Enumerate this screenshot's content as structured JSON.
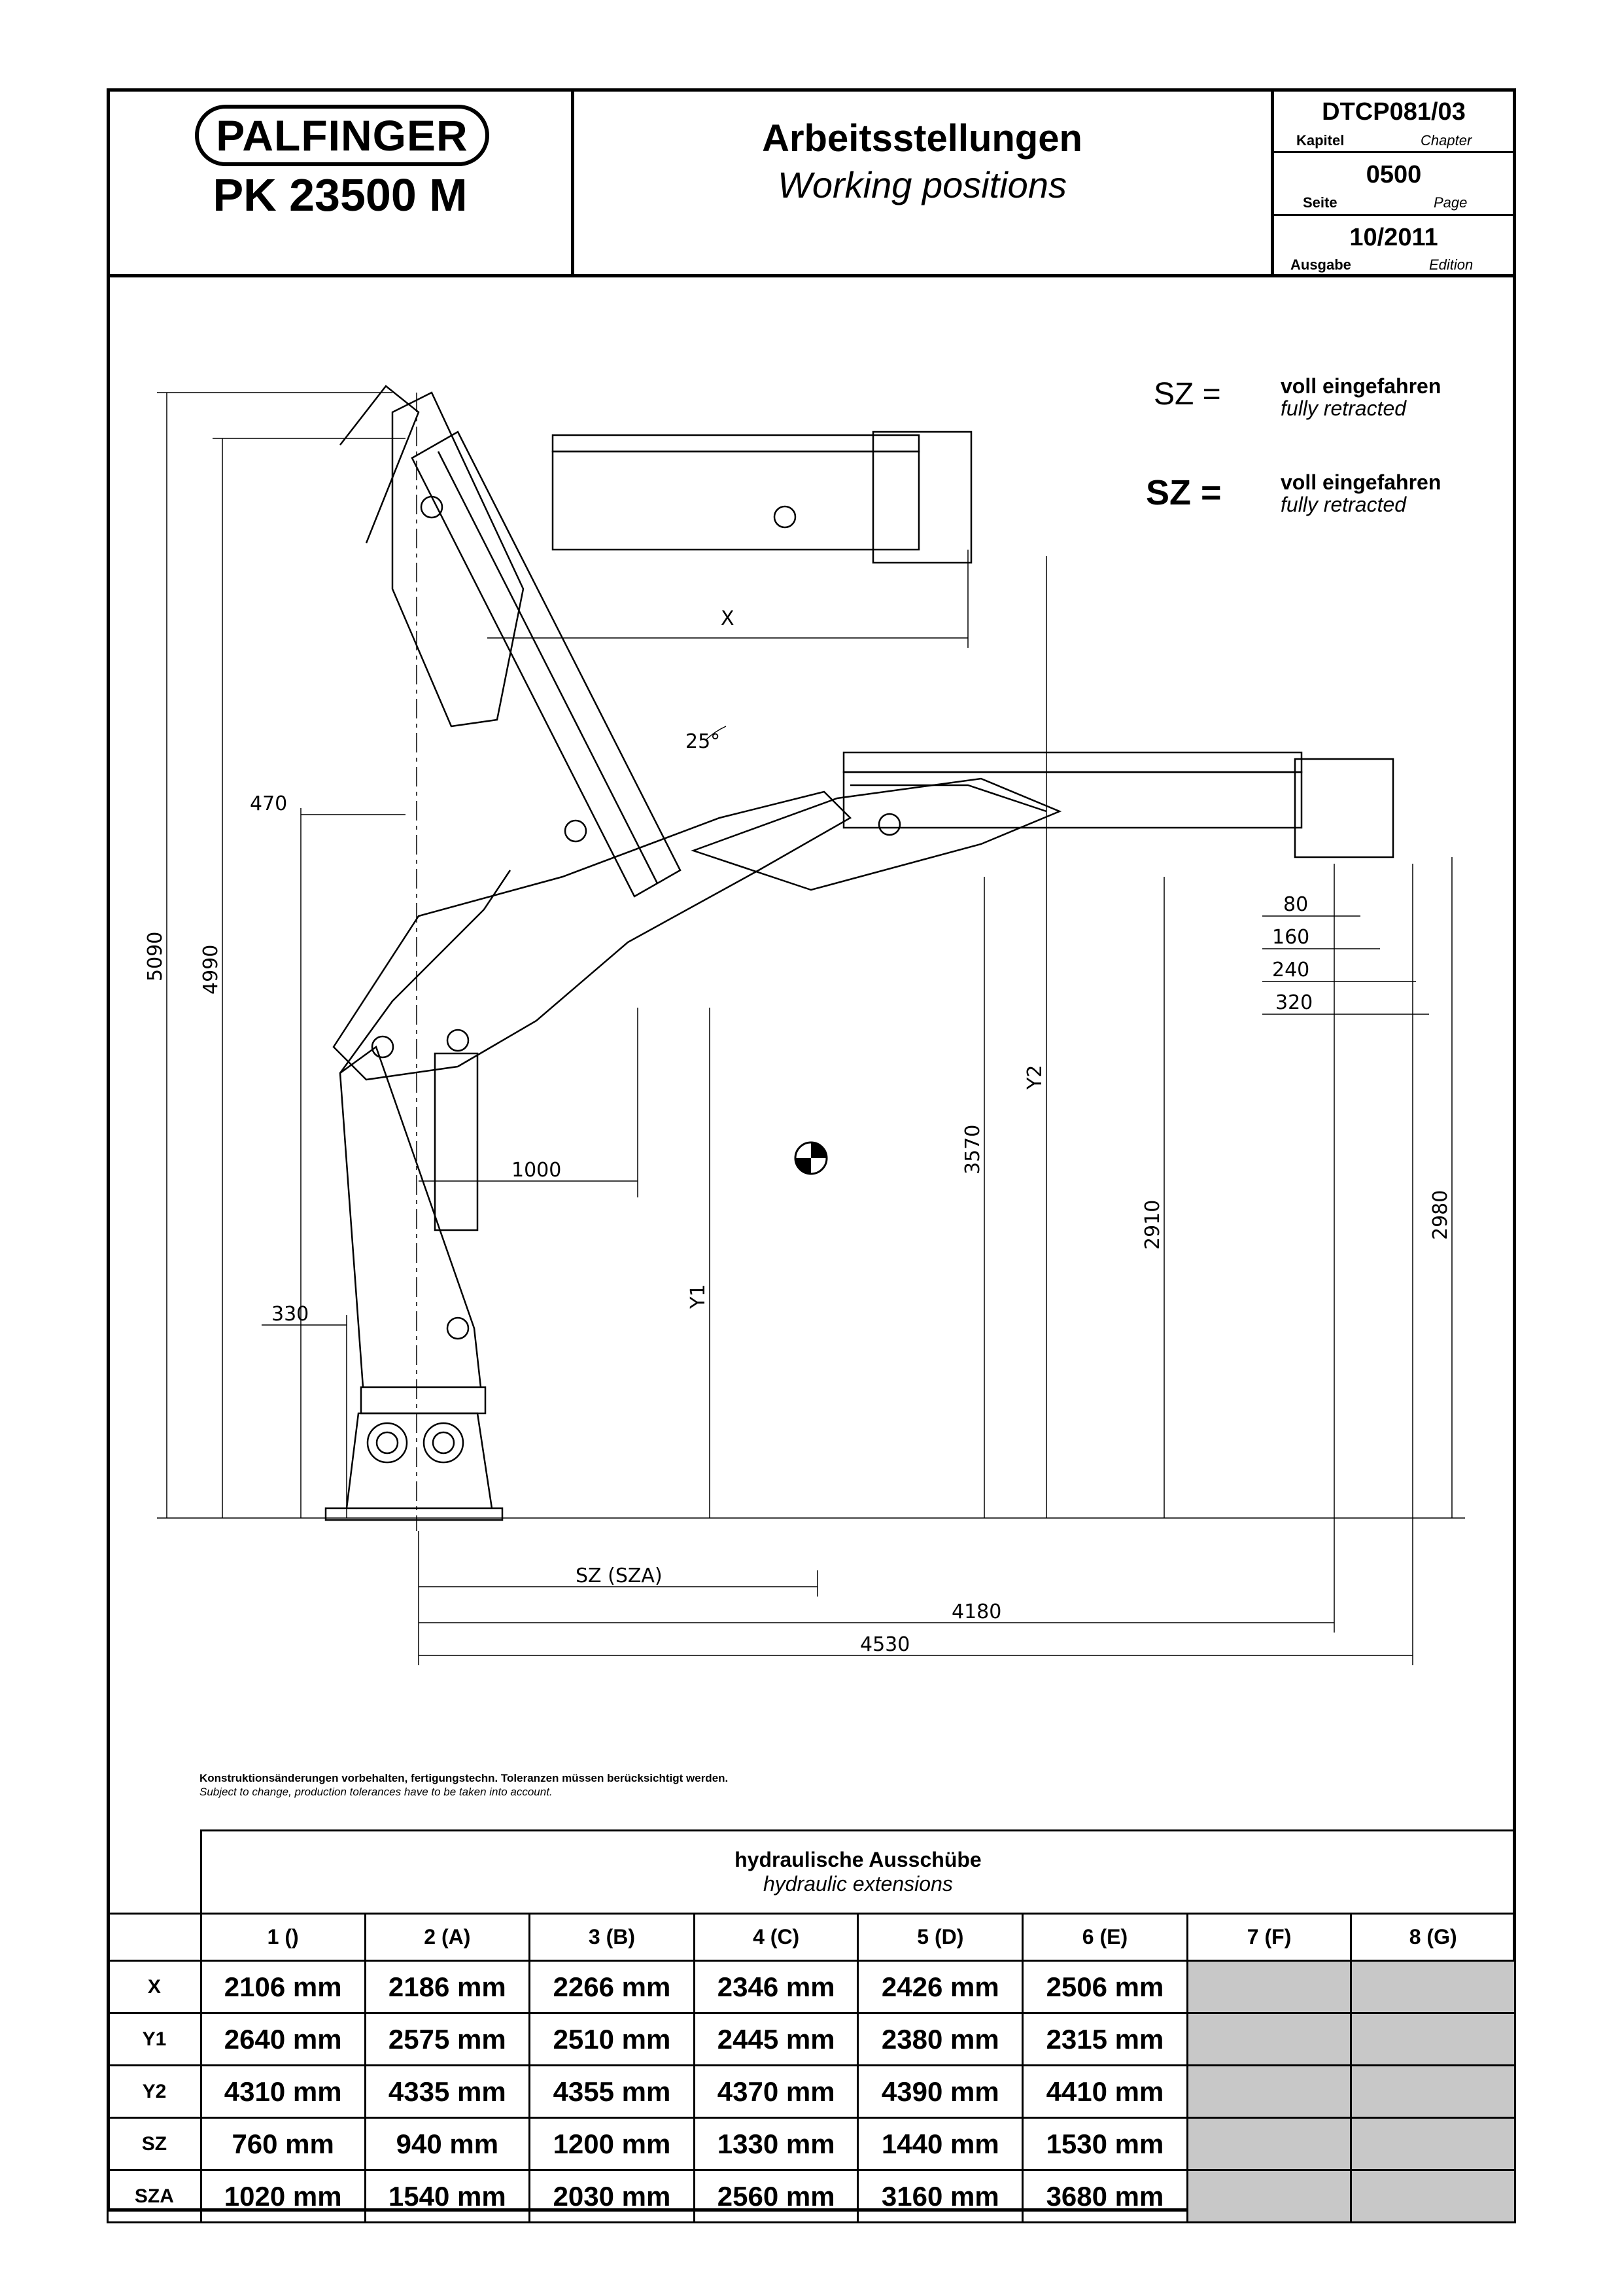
{
  "header": {
    "brand": "PALFINGER",
    "model": "PK 23500 M",
    "title_de": "Arbeitsstellungen",
    "title_en": "Working positions",
    "chapter": {
      "value": "DTCP081/03",
      "label_de": "Kapitel",
      "label_en": "Chapter"
    },
    "page": {
      "value": "0500",
      "label_de": "Seite",
      "label_en": "Page"
    },
    "edition": {
      "value": "10/2011",
      "label_de": "Ausgabe",
      "label_en": "Edition"
    }
  },
  "legend": [
    {
      "symbol": "SZ =",
      "de": "voll eingefahren",
      "en": "fully retracted"
    },
    {
      "symbol": "SZ =",
      "de": "voll eingefahren",
      "en": "fully retracted"
    }
  ],
  "drawing": {
    "dims": {
      "d5090": "5090",
      "d4990": "4990",
      "d470": "470",
      "d330": "330",
      "d1000": "1000",
      "x": "X",
      "y1": "Y1",
      "y2": "Y2",
      "d3570": "3570",
      "d2910": "2910",
      "d2980": "2980",
      "d80": "80",
      "d160": "160",
      "d240": "240",
      "d320": "320",
      "sz": "SZ (SZA)",
      "d4180": "4180",
      "d4530": "4530",
      "angle": "25°"
    }
  },
  "note": {
    "de": "Konstruktionsänderungen vorbehalten, fertigungstechn. Toleranzen müssen berücksichtigt werden.",
    "en": "Subject to change, production tolerances have to be taken into account."
  },
  "extensions_table": {
    "title_de": "hydraulische Ausschübe",
    "title_en": "hydraulic extensions",
    "columns": [
      "1 ()",
      "2 (A)",
      "3 (B)",
      "4 (C)",
      "5 (D)",
      "6 (E)",
      "7 (F)",
      "8 (G)"
    ],
    "rows": [
      {
        "label": "X",
        "values": [
          "2106 mm",
          "2186 mm",
          "2266 mm",
          "2346 mm",
          "2426 mm",
          "2506 mm",
          "",
          ""
        ]
      },
      {
        "label": "Y1",
        "values": [
          "2640 mm",
          "2575 mm",
          "2510 mm",
          "2445 mm",
          "2380 mm",
          "2315 mm",
          "",
          ""
        ]
      },
      {
        "label": "Y2",
        "values": [
          "4310 mm",
          "4335 mm",
          "4355 mm",
          "4370 mm",
          "4390 mm",
          "4410 mm",
          "",
          ""
        ]
      },
      {
        "label": "SZ",
        "values": [
          "760 mm",
          "940 mm",
          "1200 mm",
          "1330 mm",
          "1440 mm",
          "1530 mm",
          "",
          ""
        ]
      },
      {
        "label": "SZA",
        "values": [
          "1020 mm",
          "1540 mm",
          "2030 mm",
          "2560 mm",
          "3160 mm",
          "3680 mm",
          "",
          ""
        ]
      }
    ]
  }
}
